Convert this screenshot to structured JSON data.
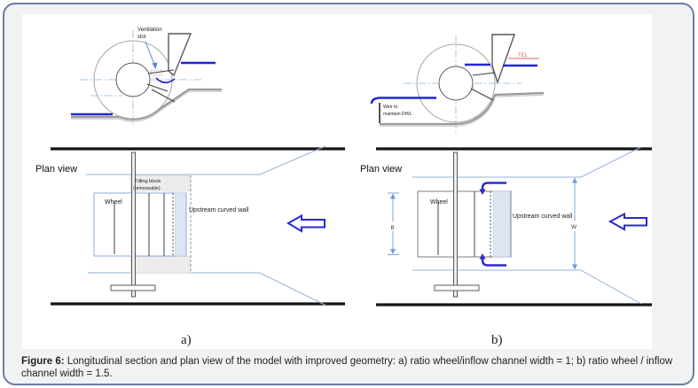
{
  "palette": {
    "card-border": "#6b7ba4",
    "card-bg": "#f1f2f3",
    "figure-bg": "#ffffff",
    "water-blue": "#2424d6",
    "flow-arrow-blue": "#2a2acc",
    "centerline-blue": "#8fb4e3",
    "wall-line-blue": "#95b3d7",
    "bed-grey": "#9a9a9a",
    "bed-grey-light": "#cccccc",
    "circle-grey": "#a6a6a6",
    "black-wall": "#141414",
    "tel-red": "#e0625c",
    "wall-fill": "#dce6f1",
    "block-fill": "#ececec",
    "dim-blue": "#6f9bd1"
  },
  "panel_a": {
    "label": "a)",
    "section": {
      "ventilation_line1": "Ventilation",
      "ventilation_line2": "slot"
    },
    "plan": {
      "title": "Plan view",
      "wheel": "Wheel",
      "filling_block_line1": "Filling block",
      "filling_block_line2": "(removeable)",
      "upstream_wall": "Upstream curved wall"
    }
  },
  "panel_b": {
    "label": "b)",
    "section": {
      "tel": "TEL",
      "weir_line1": "Weir to",
      "weir_line2": "maintain DWL"
    },
    "plan": {
      "title": "Plan view",
      "wheel": "Wheel",
      "upstream_wall": "Upstream curved wall",
      "dim_wheel": "B",
      "dim_channel": "W"
    }
  },
  "caption": {
    "figure_label": "Figure 6:",
    "text": " Longitudinal section and plan view of the model with improved geometry: a) ratio wheel/inflow channel width = 1; b) ratio wheel / inflow channel width = 1.5."
  }
}
